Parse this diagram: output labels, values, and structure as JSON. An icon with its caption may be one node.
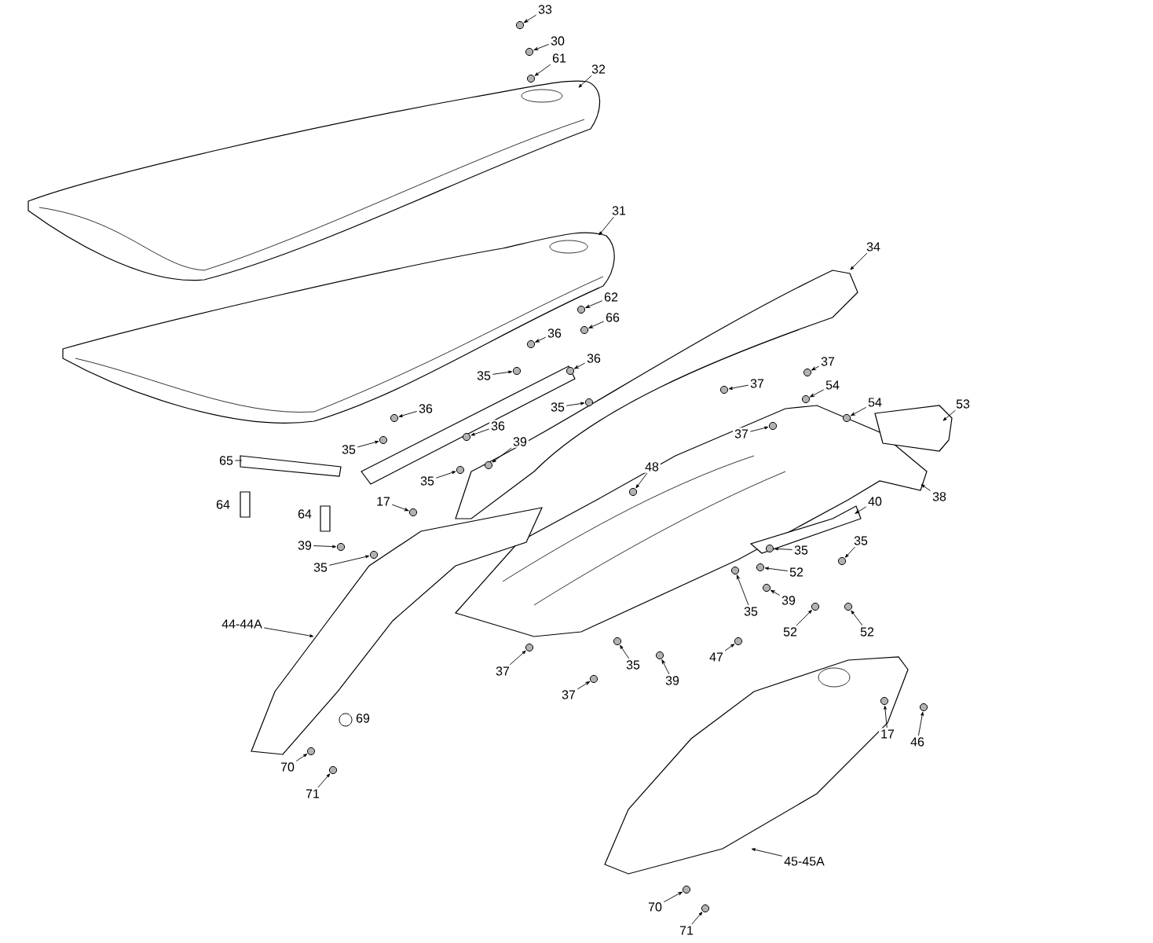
{
  "diagram": {
    "nodes": [
      {
        "text": [
          "33"
        ]
      },
      {
        "text": [
          "30"
        ]
      },
      {
        "text": [
          "61"
        ]
      },
      {
        "text": [
          "32"
        ]
      },
      {
        "text": [
          "31"
        ]
      },
      {
        "text": [
          "62"
        ]
      },
      {
        "text": [
          "66"
        ]
      },
      {
        "text": [
          "34"
        ]
      },
      {
        "text": [
          "36"
        ]
      },
      {
        "text": [
          "35"
        ]
      },
      {
        "text": [
          "36"
        ]
      },
      {
        "text": [
          "35"
        ]
      },
      {
        "text": [
          "36"
        ]
      },
      {
        "text": [
          "35"
        ]
      },
      {
        "text": [
          "36"
        ]
      },
      {
        "text": [
          "35"
        ]
      },
      {
        "text": [
          "39"
        ]
      },
      {
        "text": [
          "37"
        ]
      },
      {
        "text": [
          "37"
        ]
      },
      {
        "text": [
          "54"
        ]
      },
      {
        "text": [
          "37"
        ]
      },
      {
        "text": [
          "54"
        ]
      },
      {
        "text": [
          "53"
        ]
      },
      {
        "text": [
          "48"
        ]
      },
      {
        "text": [
          "65"
        ]
      },
      {
        "text": [
          "17"
        ]
      },
      {
        "text": [
          "40"
        ]
      },
      {
        "text": [
          "38"
        ]
      },
      {
        "text": [
          "39"
        ]
      },
      {
        "text": [
          "35"
        ]
      },
      {
        "text": [
          "35"
        ]
      },
      {
        "text": [
          "35"
        ]
      },
      {
        "text": [
          "52"
        ]
      },
      {
        "text": [
          "39"
        ]
      },
      {
        "text": [
          "35"
        ]
      },
      {
        "text": [
          "52"
        ]
      },
      {
        "text": [
          "52"
        ]
      },
      {
        "text": [
          "44-44A"
        ]
      },
      {
        "text": [
          "37"
        ]
      },
      {
        "text": [
          "47"
        ]
      },
      {
        "text": [
          "35"
        ]
      },
      {
        "text": [
          "39"
        ]
      },
      {
        "text": [
          "37"
        ]
      },
      {
        "text": [
          "17"
        ]
      },
      {
        "text": [
          "46"
        ]
      },
      {
        "text": [
          "70"
        ]
      },
      {
        "text": [
          "71"
        ]
      },
      {
        "text": [
          "45-45A"
        ]
      },
      {
        "text": [
          "70"
        ]
      },
      {
        "text": [
          "71"
        ]
      },
      {
        "text": [],
        "shape": "circle"
      },
      {
        "text": [],
        "shape": "circle"
      },
      {
        "text": [],
        "shape": "circle"
      },
      {
        "text": [],
        "shape": "circle"
      },
      {
        "text": [],
        "shape": "circle"
      },
      {
        "text": [],
        "shape": "circle"
      },
      {
        "text": [],
        "shape": "circle"
      },
      {
        "text": [],
        "shape": "circle"
      },
      {
        "text": [],
        "shape": "circle"
      },
      {
        "text": [],
        "shape": "circle"
      },
      {
        "text": [],
        "shape": "circle"
      },
      {
        "text": [],
        "shape": "circle"
      },
      {
        "text": [],
        "shape": "circle"
      },
      {
        "text": [],
        "shape": "circle"
      },
      {
        "text": [],
        "shape": "circle"
      },
      {
        "text": [],
        "shape": "circle"
      },
      {
        "text": [],
        "shape": "circle"
      },
      {
        "text": [],
        "shape": "circle"
      },
      {
        "text": [],
        "shape": "circle"
      },
      {
        "text": [],
        "shape": "circle"
      },
      {
        "text": [],
        "shape": "circle"
      },
      {
        "text": [],
        "shape": "circle"
      },
      {
        "text": [],
        "shape": "circle"
      },
      {
        "text": [],
        "shape": "circle"
      },
      {
        "text": [],
        "shape": "circle"
      },
      {
        "text": [],
        "shape": "circle"
      },
      {
        "text": [],
        "shape": "circle"
      },
      {
        "text": [],
        "shape": "circle"
      },
      {
        "text": [],
        "shape": "circle"
      },
      {
        "text": [],
        "shape": "circle"
      },
      {
        "text": [],
        "shape": "circle"
      },
      {
        "text": [],
        "shape": "circle"
      },
      {
        "text": [],
        "shape": "circle"
      },
      {
        "text": [],
        "shape": "circle"
      },
      {
        "text": [],
        "shape": "circle"
      },
      {
        "text": [],
        "shape": "circle"
      },
      {
        "text": [],
        "shape": "circle"
      },
      {
        "text": [],
        "shape": "circle"
      },
      {
        "text": [],
        "shape": "circle"
      },
      {
        "text": [],
        "shape": "circle"
      },
      {
        "text": [],
        "shape": "circle"
      }
    ],
    "edges": [
      {
        "from": 0,
        "to": 50,
        "arrow": "to"
      },
      {
        "from": 1,
        "to": 51,
        "arrow": "to"
      },
      {
        "from": 2,
        "to": 52,
        "arrow": "to"
      },
      {
        "from": 3,
        "to": null,
        "arrow": "to"
      },
      {
        "from": 4,
        "to": null,
        "arrow": "to"
      },
      {
        "from": 5,
        "to": 53,
        "arrow": "to"
      },
      {
        "from": 6,
        "to": 54,
        "arrow": "to"
      },
      {
        "from": 7,
        "to": null,
        "arrow": "to"
      },
      {
        "from": 8,
        "to": 55,
        "arrow": "to"
      },
      {
        "from": 9,
        "to": 56,
        "arrow": "to"
      },
      {
        "from": 10,
        "to": 57,
        "arrow": "to"
      },
      {
        "from": 11,
        "to": 58,
        "arrow": "to"
      },
      {
        "from": 12,
        "to": 59,
        "arrow": "to"
      },
      {
        "from": 13,
        "to": 60,
        "arrow": "to"
      },
      {
        "from": 14,
        "to": 61,
        "arrow": "to"
      },
      {
        "from": 15,
        "to": 62,
        "arrow": "to"
      },
      {
        "from": 16,
        "to": 63,
        "arrow": "to"
      },
      {
        "from": 17,
        "to": 64,
        "arrow": "to"
      },
      {
        "from": 18,
        "to": 65,
        "arrow": "to"
      },
      {
        "from": 19,
        "to": 66,
        "arrow": "to"
      },
      {
        "from": 20,
        "to": 67,
        "arrow": "to"
      },
      {
        "from": 21,
        "to": 68,
        "arrow": "to"
      },
      {
        "from": 22,
        "to": null,
        "arrow": "to"
      },
      {
        "from": 23,
        "to": 69,
        "arrow": "to"
      },
      {
        "from": 24,
        "to": null,
        "arrow": "none"
      },
      {
        "from": 25,
        "to": 70,
        "arrow": "to"
      },
      {
        "from": 26,
        "to": null,
        "arrow": "to"
      },
      {
        "from": 27,
        "to": null,
        "arrow": "to"
      },
      {
        "from": 28,
        "to": 71,
        "arrow": "to"
      },
      {
        "from": 29,
        "to": 72,
        "arrow": "to"
      },
      {
        "from": 30,
        "to": 73,
        "arrow": "to"
      },
      {
        "from": 31,
        "to": 74,
        "arrow": "to"
      },
      {
        "from": 32,
        "to": 75,
        "arrow": "to"
      },
      {
        "from": 33,
        "to": 76,
        "arrow": "to"
      },
      {
        "from": 34,
        "to": 77,
        "arrow": "to"
      },
      {
        "from": 35,
        "to": 78,
        "arrow": "to"
      },
      {
        "from": 36,
        "to": 79,
        "arrow": "to"
      },
      {
        "from": 37,
        "to": null,
        "arrow": "to"
      },
      {
        "from": 38,
        "to": 80,
        "arrow": "to"
      },
      {
        "from": 39,
        "to": 81,
        "arrow": "to"
      },
      {
        "from": 40,
        "to": 82,
        "arrow": "to"
      },
      {
        "from": 41,
        "to": 83,
        "arrow": "to"
      },
      {
        "from": 42,
        "to": 84,
        "arrow": "to"
      },
      {
        "from": 43,
        "to": 85,
        "arrow": "to"
      },
      {
        "from": 44,
        "to": 86,
        "arrow": "to"
      },
      {
        "from": 45,
        "to": 87,
        "arrow": "to"
      },
      {
        "from": 46,
        "to": 88,
        "arrow": "to"
      },
      {
        "from": 47,
        "to": null,
        "arrow": "to"
      },
      {
        "from": 48,
        "to": 89,
        "arrow": "to"
      },
      {
        "from": 49,
        "to": 90,
        "arrow": "to"
      }
    ],
    "labels": [
      "64",
      "64",
      "69"
    ]
  }
}
